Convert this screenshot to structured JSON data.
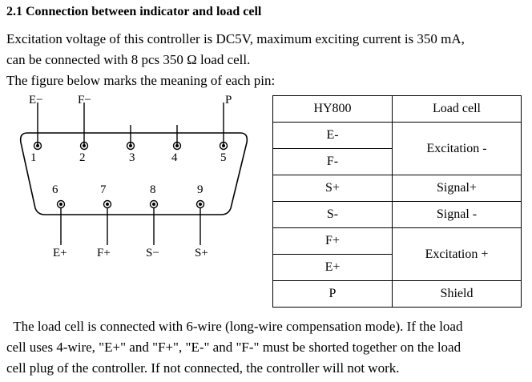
{
  "heading": "2.1 Connection between indicator and load cell",
  "intro": [
    "Excitation voltage of this controller is DC5V, maximum exciting current is 350 mA,",
    "can be connected with 8 pcs 350 Ω load cell.",
    "The figure below marks the meaning of each pin:"
  ],
  "connector": {
    "top_labels": [
      "E−",
      "F−",
      "P"
    ],
    "top_pins": [
      "1",
      "2",
      "3",
      "4",
      "5"
    ],
    "bottom_pins": [
      "6",
      "7",
      "8",
      "9"
    ],
    "bottom_labels": [
      "E+",
      "F+",
      "S−",
      "S+"
    ]
  },
  "table": {
    "header": [
      "HY800",
      "Load cell"
    ],
    "rows": {
      "e_minus": "E-",
      "f_minus": "F-",
      "excitation_minus": "Excitation -",
      "s_plus": "S+",
      "signal_plus": "Signal+",
      "s_minus": "S-",
      "signal_minus": "Signal -",
      "f_plus": "F+",
      "e_plus": "E+",
      "excitation_plus": "Excitation +",
      "p": "P",
      "shield": "Shield"
    }
  },
  "bottom_text": [
    "  The load cell is connected with 6-wire (long-wire compensation mode). If the load",
    "cell uses 4-wire, \"E+\" and \"F+\", \"E-\" and \"F-\" must be shorted together on the load",
    "cell plug of the controller. If not connected, the controller will not work."
  ]
}
